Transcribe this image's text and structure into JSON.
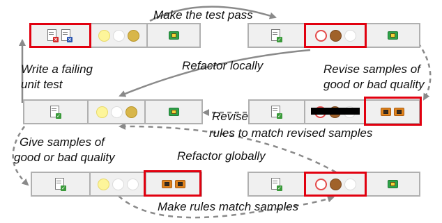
{
  "labels": {
    "make_test_pass": "Make the test pass",
    "write_failing_line1": "Write a failing",
    "write_failing_line2": "unit test",
    "refactor_locally": "Refactor locally",
    "revise_samples_line1": "Revise samples of",
    "revise_samples_line2": "good or bad quality",
    "revise_rules_line1": "Revise",
    "revise_rules_line2": "rules to match revised samples",
    "give_samples_line1": "Give samples of",
    "give_samples_line2": "good or bad quality",
    "refactor_globally": "Refactor globally",
    "make_rules_match": "Make rules match samples"
  },
  "states": [
    {
      "id": "state-1",
      "tests": "two failing test documents",
      "circles": [
        "yellow",
        "white",
        "gold"
      ],
      "samples": [
        "good"
      ],
      "highlight": "tests"
    },
    {
      "id": "state-2",
      "tests": "passing test document",
      "circles": [
        "red",
        "brown",
        "white"
      ],
      "samples": [
        "good"
      ],
      "highlight": "circles"
    },
    {
      "id": "state-3",
      "tests": "passing test document",
      "circles": [
        "yellow",
        "white",
        "gold"
      ],
      "samples": [
        "good"
      ],
      "highlight": "none"
    },
    {
      "id": "state-4",
      "tests": "passing test document",
      "circles": [
        "red",
        "brown",
        "white"
      ],
      "samples": [
        "bad",
        "bad"
      ],
      "highlight": "samples"
    },
    {
      "id": "state-5",
      "tests": "passing test document",
      "circles": [
        "yellow",
        "white",
        "white"
      ],
      "samples": [
        "bad",
        "bad"
      ],
      "highlight": "samples"
    },
    {
      "id": "state-6",
      "tests": "passing test document",
      "circles": [
        "red",
        "brown",
        "white"
      ],
      "samples": [
        "good"
      ],
      "highlight": "circles"
    }
  ],
  "colors": {
    "highlight": "#e1000f",
    "arrow": "#8a8a8a",
    "box_fill": "#f0f0f0",
    "box_border": "#b0b0b0"
  }
}
